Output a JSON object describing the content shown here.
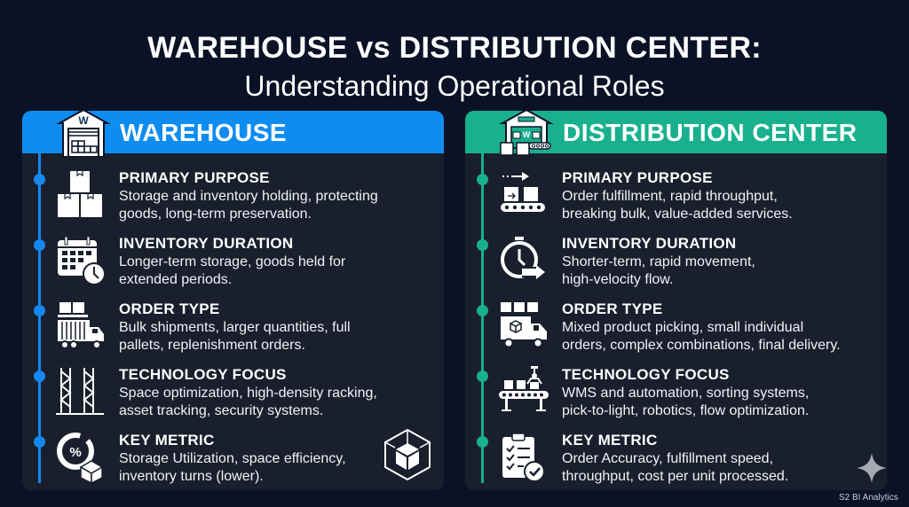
{
  "title": {
    "line1": "WAREHOUSE vs DISTRIBUTION CENTER:",
    "line2": "Understanding Operational Roles"
  },
  "colors": {
    "background": "#0c1226",
    "panel": "#1a1f2e",
    "warehouse_accent": "#0f8cf0",
    "distribution_accent": "#19b08e",
    "text": "#ffffff"
  },
  "warehouse": {
    "header": "WAREHOUSE",
    "header_icon": "warehouse-building-icon",
    "rows": [
      {
        "heading": "PRIMARY PURPOSE",
        "body_line1": "Storage and inventory holding, protecting",
        "body_line2": "goods, long-term preservation.",
        "icon": "stacked-boxes-icon"
      },
      {
        "heading": "INVENTORY DURATION",
        "body_line1": "Longer-term storage, goods held for",
        "body_line2": "extended periods.",
        "icon": "calendar-clock-icon"
      },
      {
        "heading": "ORDER TYPE",
        "body_line1": "Bulk shipments, larger quantities, full",
        "body_line2": "pallets, replenishment orders.",
        "icon": "pallet-truck-icon"
      },
      {
        "heading": "TECHNOLOGY FOCUS",
        "body_line1": "Space optimization, high-density racking,",
        "body_line2": "asset tracking, security systems.",
        "icon": "racking-icon"
      },
      {
        "heading": "KEY METRIC",
        "body_line1": "Storage Utilization, space efficiency,",
        "body_line2": "inventory turns (lower).",
        "icon": "percent-gauge-box-icon"
      }
    ],
    "extra_icon": "cube-in-frame-icon"
  },
  "distribution": {
    "header": "DISTRIBUTION CENTER",
    "header_icon": "distribution-center-building-icon",
    "rows": [
      {
        "heading": "PRIMARY PURPOSE",
        "body_line1": "Order fulfillment, rapid throughput,",
        "body_line2": "breaking bulk, value-added services.",
        "icon": "conveyor-arrow-icon"
      },
      {
        "heading": "INVENTORY DURATION",
        "body_line1": "Shorter-term, rapid movement,",
        "body_line2": "high-velocity flow.",
        "icon": "stopwatch-arrow-icon"
      },
      {
        "heading": "ORDER TYPE",
        "body_line1": "Mixed product picking, small individual",
        "body_line2": "orders, complex combinations, final delivery.",
        "icon": "delivery-truck-icon"
      },
      {
        "heading": "TECHNOLOGY FOCUS",
        "body_line1": "WMS and automation, sorting systems,",
        "body_line2": "pick-to-light, robotics, flow optimization.",
        "icon": "robotic-conveyor-icon"
      },
      {
        "heading": "KEY METRIC",
        "body_line1": "Order Accuracy, fulfillment speed,",
        "body_line2": "throughput, cost per unit processed.",
        "icon": "clipboard-check-icon"
      }
    ]
  },
  "watermark": "S2 BI Analytics"
}
